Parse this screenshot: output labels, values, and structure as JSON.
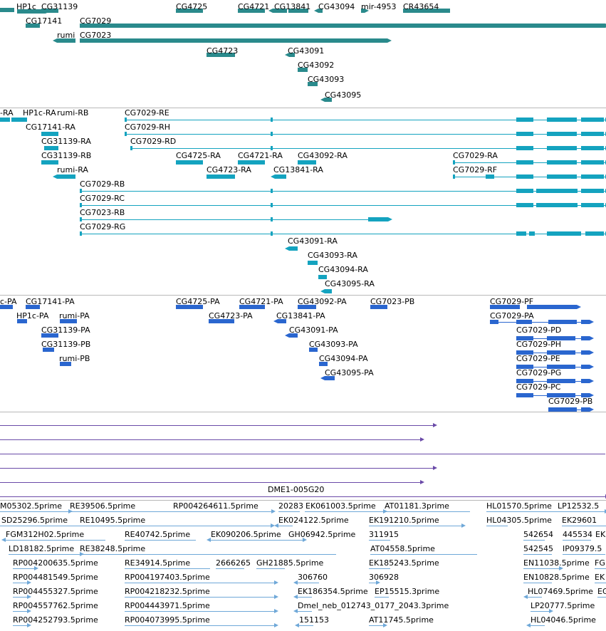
{
  "colors": {
    "gene": "#2a8a8c",
    "mrna": "#14a3bf",
    "protein": "#2a66cf",
    "other": "#6a4aa8",
    "est": "#6fa8d8"
  },
  "tracks": [
    {
      "id": "genes",
      "color": "#2a8a8c",
      "labels": [
        "HP1c",
        "CG31139",
        "CG4725",
        "CG4721",
        "CG13841",
        "CG43094",
        "mir-4953",
        "CR43654",
        "CG17141",
        "CG7029",
        "rumi",
        "CG7023",
        "CG4723",
        "CG43091",
        "CG43092",
        "CG43093",
        "CG43095"
      ]
    },
    {
      "id": "transcripts",
      "color": "#14a3bf",
      "labels": [
        "-RA",
        "HP1c-RA",
        "rumi-RB",
        "CG7029-RE",
        "CG17141-RA",
        "CG7029-RH",
        "CG31139-RA",
        "CG7029-RD",
        "CG31139-RB",
        "CG4725-RA",
        "CG4721-RA",
        "CG43092-RA",
        "CG7029-RA",
        "rumi-RA",
        "CG4723-RA",
        "CG13841-RA",
        "CG7029-RF",
        "CG7029-RB",
        "CG7029-RC",
        "CG7023-RB",
        "CG7029-RG",
        "CG43091-RA",
        "CG43093-RA",
        "CG43094-RA",
        "CG43095-RA"
      ]
    },
    {
      "id": "polypeptides",
      "color": "#2a66cf",
      "labels": [
        "c-PA",
        "CG17141-PA",
        "CG4725-PA",
        "CG4721-PA",
        "CG43092-PA",
        "CG7023-PB",
        "CG7029-PF",
        "HP1c-PA",
        "rumi-PA",
        "CG4723-PA",
        "CG13841-PA",
        "CG7029-PA",
        "CG31139-PA",
        "CG43091-PA",
        "CG7029-PD",
        "CG31139-PB",
        "CG43093-PA",
        "CG7029-PH",
        "rumi-PB",
        "CG43094-PA",
        "CG7029-PE",
        "CG43095-PA",
        "CG7029-PG",
        "CG7029-PC",
        "CG7029-PB"
      ]
    },
    {
      "id": "clones",
      "color": "#6a4aa8",
      "labels": [
        "DME1-005G20"
      ]
    },
    {
      "id": "ests",
      "color": "#6fa8d8",
      "labels": [
        "M05302.5prime",
        "RE39506.5prime",
        "RP004264611.5prime",
        "20283",
        "EK061003.5prime",
        "AT01181.3prime",
        "HL01570.5prime",
        "LP12532.5",
        "SD25296.5prime",
        "RE10495.5prime",
        "EK024122.5prime",
        "EK191210.5prime",
        "HL04305.5prime",
        "EK29601",
        "FGM312H02.5prime",
        "RE40742.5prime",
        "EK090206.5prime",
        "GH06942.5prime",
        "311915",
        "542654",
        "445534",
        "EK",
        "LD18182.5prime",
        "RE38248.5prime",
        "AT04558.5prime",
        "542545",
        "IP09379.5",
        "RP004200635.5prime",
        "RE34914.5prime",
        "2666265",
        "GH21885.5prime",
        "EK185243.5prime",
        "EN11038.5prime",
        "FG",
        "RP004481549.5prime",
        "RP004197403.5prime",
        "306760",
        "306928",
        "EN10828.5prime",
        "EK",
        "RP004455327.5prime",
        "RP004218232.5prime",
        "EK186354.5prime",
        "EP15515.3prime",
        "HL07469.5prime",
        "EG",
        "RP004557762.5prime",
        "RP004443971.5prime",
        "Dmel_neb_012743_0177_2043.3prime",
        "LP20777.5prime",
        "RP004252793.5prime",
        "RP004073995.5prime",
        "151153",
        "AT11745.5prime",
        "HL04046.5prime"
      ]
    }
  ]
}
